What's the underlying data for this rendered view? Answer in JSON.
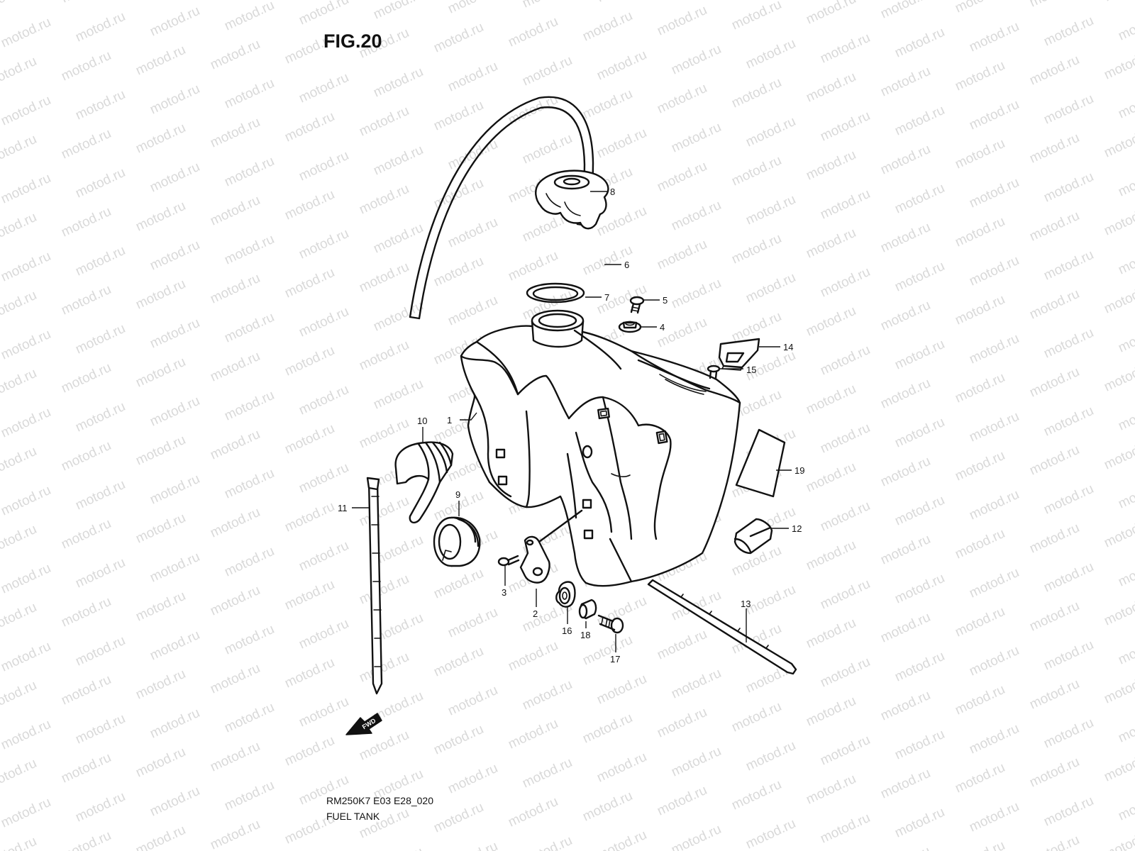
{
  "figure": {
    "title": "FIG.20",
    "code": "RM250K7 E03 E28_020",
    "name": "FUEL TANK"
  },
  "watermark": "motod.ru",
  "fwd_label": "FWD",
  "callouts": [
    "1",
    "2",
    "3",
    "4",
    "5",
    "6",
    "7",
    "8",
    "9",
    "10",
    "11",
    "12",
    "13",
    "14",
    "15",
    "16",
    "17",
    "18",
    "19"
  ]
}
